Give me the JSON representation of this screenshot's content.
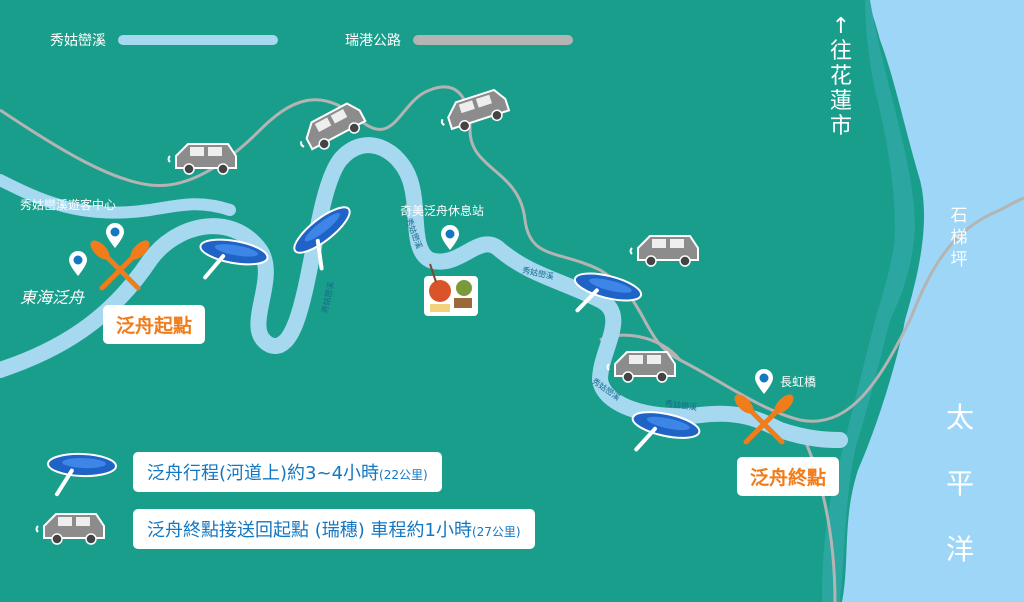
{
  "legend": {
    "river_label": "秀姑巒溪",
    "river_color": "#a6d8f0",
    "road_label": "瑞港公路",
    "road_color": "#b4b4b4"
  },
  "north": {
    "arrow": "↑",
    "text": "往花蓮市"
  },
  "places": {
    "shitiping": "石梯坪",
    "ocean": [
      "太",
      "平",
      "洋"
    ],
    "visitor_center": "秀姑巒溪遊客中心",
    "rest_stop": "奇美泛舟休息站",
    "bridge": "長虹橋"
  },
  "river_labels": [
    "秀姑巒溪",
    "秀姑巒溪",
    "秀姑巒溪",
    "秀姑巒溪",
    "秀姑巒溪"
  ],
  "brand": "東海泛舟",
  "tags": {
    "start": "泛舟起點",
    "end": "泛舟終點"
  },
  "info": {
    "rafting_main": "泛舟行程(河道上)約3~4小時",
    "rafting_small": "(22公里)",
    "shuttle_main": "泛舟終點接送回起點 (瑞穗) 車程約1小時",
    "shuttle_small": "(27公里)"
  },
  "colors": {
    "background": "#1a9e8c",
    "ocean": "#9dd6f7",
    "land_coast": "#2ba6a0",
    "accent_orange": "#f07c1a",
    "text_blue": "#1477c2",
    "raft_blue": "#1f63c7"
  }
}
